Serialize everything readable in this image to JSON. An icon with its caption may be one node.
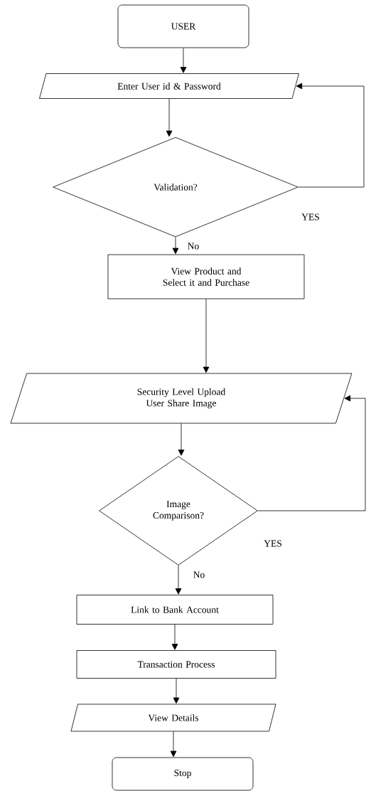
{
  "diagram": {
    "nodes": [
      {
        "text": [
          "USER"
        ]
      },
      {
        "text": [
          "Enter User id & Password"
        ]
      },
      {
        "text": [
          "Validation?"
        ]
      },
      {
        "text": [
          "View Product and Select it and Purchase"
        ]
      },
      {
        "text": [
          "Security Level Upload User Share Image"
        ]
      },
      {
        "text": [
          "Image Comparison?"
        ]
      },
      {
        "text": [
          "Link to Bank Account"
        ]
      },
      {
        "text": [
          "Transaction Process"
        ]
      },
      {
        "text": [
          "View Details"
        ]
      },
      {
        "text": [
          "Stop"
        ]
      }
    ],
    "edges": [
      {
        "from": 0,
        "to": 1,
        "arrow": "to"
      },
      {
        "from": 1,
        "to": 2,
        "arrow": "to"
      },
      {
        "from": 2,
        "to": 1,
        "arrow": "to",
        "label": "YES"
      },
      {
        "from": 2,
        "to": 3,
        "arrow": "to",
        "label": "No"
      },
      {
        "from": 3,
        "to": 4,
        "arrow": "to"
      },
      {
        "from": 4,
        "to": 5,
        "arrow": "to"
      },
      {
        "from": 5,
        "to": 4,
        "arrow": "to",
        "label": "YES"
      },
      {
        "from": 5,
        "to": 6,
        "arrow": "to",
        "label": "No"
      },
      {
        "from": 6,
        "to": 7,
        "arrow": "to"
      },
      {
        "from": 7,
        "to": 8,
        "arrow": "to"
      },
      {
        "from": 8,
        "to": 9,
        "arrow": "to"
      }
    ]
  }
}
